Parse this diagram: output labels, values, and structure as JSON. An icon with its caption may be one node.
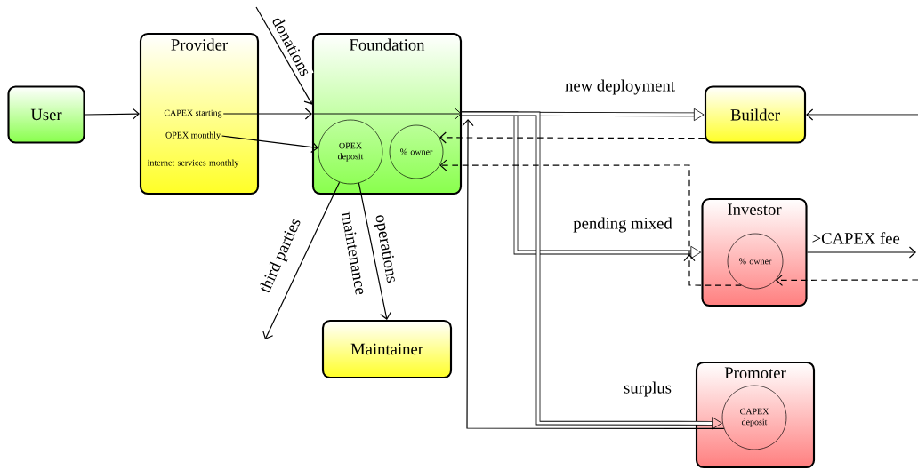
{
  "diagram": {
    "nodes": [
      {
        "text": [
          "User"
        ]
      },
      {
        "text": [
          "Provider",
          "internet services monthly"
        ]
      },
      {
        "text": [
          "CAPEX starting"
        ],
        "in": 1
      },
      {
        "text": [
          "OPEX monthly"
        ],
        "in": 1
      },
      {
        "text": [
          "Foundation"
        ]
      },
      {
        "text": [
          "OPEX deposit"
        ],
        "in": 4
      },
      {
        "text": [
          "% owner"
        ],
        "in": 4
      },
      {
        "text": [
          "Builder"
        ]
      },
      {
        "text": [
          "Investor"
        ]
      },
      {
        "text": [
          "% owner"
        ],
        "in": 8
      },
      {
        "text": [
          "Maintainer"
        ]
      },
      {
        "text": [
          "Promoter"
        ]
      },
      {
        "text": [
          "CAPEX deposit"
        ],
        "in": 11
      }
    ],
    "edges": [
      {
        "from": 0,
        "to": 1,
        "arrow": "to"
      },
      {
        "from": 2,
        "to": 4,
        "arrow": "to"
      },
      {
        "from": null,
        "to": 4,
        "arrow": "to",
        "label": "donations"
      },
      {
        "from": 3,
        "to": 5,
        "arrow": "to"
      },
      {
        "from": 4,
        "to": 7,
        "arrow": "to",
        "style": "thick",
        "label": "new deployment"
      },
      {
        "from": 4,
        "to": 8,
        "arrow": "to",
        "style": "thick",
        "label": "pending mixed"
      },
      {
        "from": 4,
        "to": 12,
        "arrow": "to",
        "style": "thick",
        "label": "surplus"
      },
      {
        "from": 7,
        "to": 6,
        "arrow": "to",
        "style": "dashed"
      },
      {
        "from": 9,
        "to": 6,
        "arrow": "to",
        "style": "dashed"
      },
      {
        "from": null,
        "to": 9,
        "arrow": "to",
        "style": "dashed"
      },
      {
        "from": 8,
        "to": null,
        "arrow": "to",
        "label": ">CAPEX fee"
      },
      {
        "from": null,
        "to": 7,
        "arrow": "to"
      },
      {
        "from": 5,
        "to": null,
        "arrow": "to",
        "label": "third parties"
      },
      {
        "from": 5,
        "to": 10,
        "arrow": "to",
        "label": "operations"
      },
      {
        "from": 12,
        "to": 4,
        "arrow": "to"
      }
    ],
    "labels": [
      "maintenance"
    ]
  }
}
